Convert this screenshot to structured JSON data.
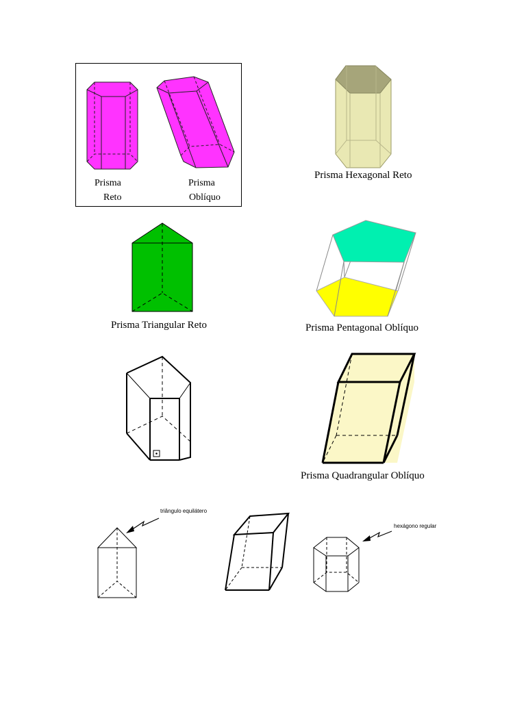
{
  "colors": {
    "magenta": "#ff33ff",
    "beige": "#e9e8b3",
    "beige_dark": "#a6a57a",
    "green": "#00c000",
    "teal": "#00f0b0",
    "yellow": "#ffff00",
    "pale_yellow": "#fbf7c7"
  },
  "labels": {
    "prisma_reto_line1": "Prisma",
    "prisma_reto_line2": "Reto",
    "prisma_obliquo_line1": "Prisma",
    "prisma_obliquo_line2": "Oblíquo",
    "hexagonal_reto": "Prisma Hexagonal Reto",
    "triangular_reto": "Prisma Triangular Reto",
    "pentagonal_obliquo": "Prisma Pentagonal Oblíquo",
    "quadrangular_obliquo": "Prisma Quadrangular Oblíquo",
    "triangulo_equilatero": "triângulo equilátero",
    "hexagono_regular": "hexágono regular"
  }
}
